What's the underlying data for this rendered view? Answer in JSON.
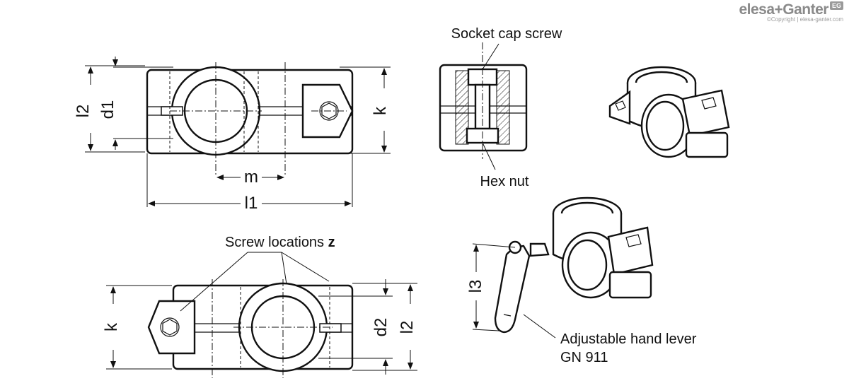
{
  "brand": {
    "logo": "elesa+Ganter",
    "badge": "EG",
    "copyright": "©Copyright | elesa-ganter.com"
  },
  "dimensions": {
    "l2_top": "l2",
    "d1": "d1",
    "k_top": "k",
    "m": "m",
    "l1": "l1",
    "k_bottom": "k",
    "d2": "d2",
    "l2_bottom": "l2",
    "l3": "l3"
  },
  "callouts": {
    "socket_cap_screw": "Socket cap screw",
    "hex_nut": "Hex nut",
    "screw_locations": "Screw locations",
    "screw_locations_symbol": "z",
    "hand_lever_line1": "Adjustable hand lever",
    "hand_lever_line2": "GN 911"
  }
}
